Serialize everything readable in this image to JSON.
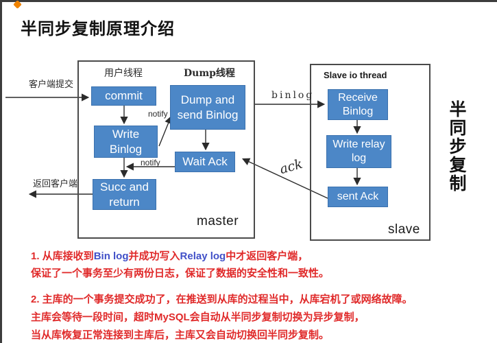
{
  "header": {
    "title": "半同步复制原理介绍"
  },
  "colors": {
    "node_blue": "#4c87c7",
    "note_red": "#e02a2a",
    "note_term_blue": "#4150c8",
    "edge_dark": "#3d3d3d",
    "corner_icon_orange": "#f08300"
  },
  "diagram": {
    "master": {
      "caption": "master",
      "user_thread_label": "用户线程",
      "dump_thread_label": "Dump线程",
      "commit": "commit",
      "dump_send_binlog": "Dump and send Binlog",
      "write_binlog": "Write Binlog",
      "wait_ack": "Wait Ack",
      "succ_return": "Succ and return"
    },
    "slave": {
      "caption": "slave",
      "io_thread_label": "Slave io thread",
      "receive_binlog": "Receive Binlog",
      "write_relay_log": "Write relay log",
      "sent_ack": "sent Ack"
    },
    "edge_labels": {
      "client_submit": "客户端提交",
      "return_client": "返回客户端",
      "binlog": "binlog",
      "ack": "ack",
      "notify_top": "notify",
      "notify_bottom": "notify"
    },
    "side_caption": "半同步复制"
  },
  "notes": {
    "item1": {
      "part1": "1. 从库接收到",
      "term1": "Bin log",
      "part2": "并成功写入",
      "term2": "Relay log",
      "part3": "中才返回客户端，",
      "line2": "保证了一个事务至少有两份日志，保证了数据的安全性和一致性。"
    },
    "item2": {
      "line1": "2. 主库的一个事务提交成功了，在推送到从库的过程当中，从库宕机了或网络故障。",
      "line2": "主库会等待一段时间，超时MySQL会自动从半同步复制切换为异步复制，",
      "line3": "当从库恢复正常连接到主库后，主库又会自动切换回半同步复制。"
    }
  }
}
